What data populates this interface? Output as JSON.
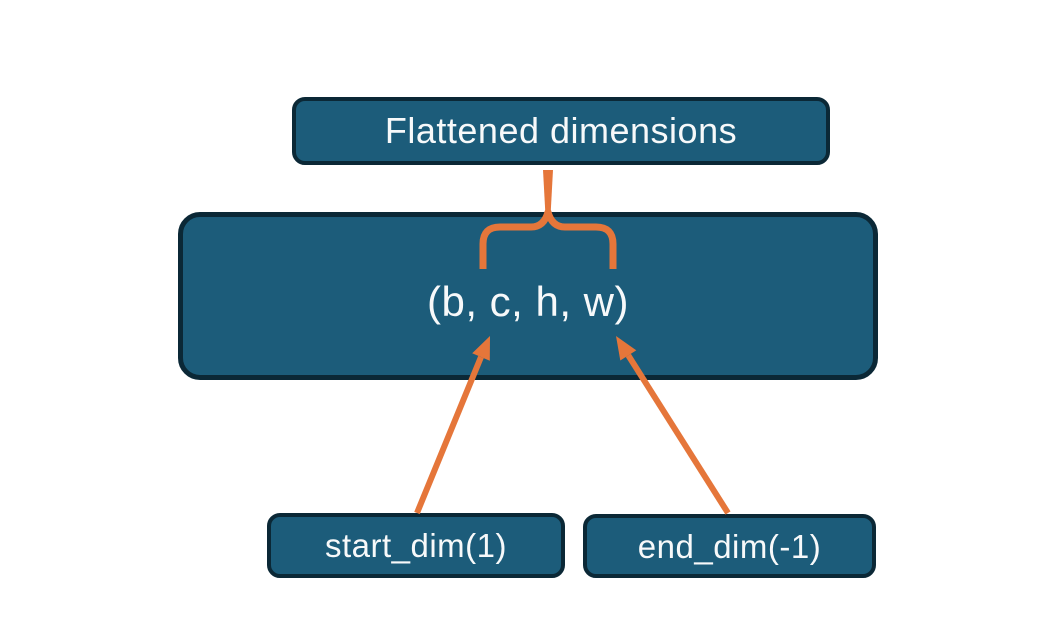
{
  "diagram": {
    "nodes": {
      "flattened": {
        "label": "Flattened dimensions"
      },
      "tuple": {
        "label": "(b, c, h, w)"
      },
      "start_dim": {
        "label": "start_dim(1)"
      },
      "end_dim": {
        "label": "end_dim(-1)"
      }
    }
  },
  "colors": {
    "node_fill": "#1C5C7A",
    "node_border": "#0B2836",
    "accent": "#E5763A",
    "text": "#F7F9FA",
    "background": "#FFFFFF"
  }
}
